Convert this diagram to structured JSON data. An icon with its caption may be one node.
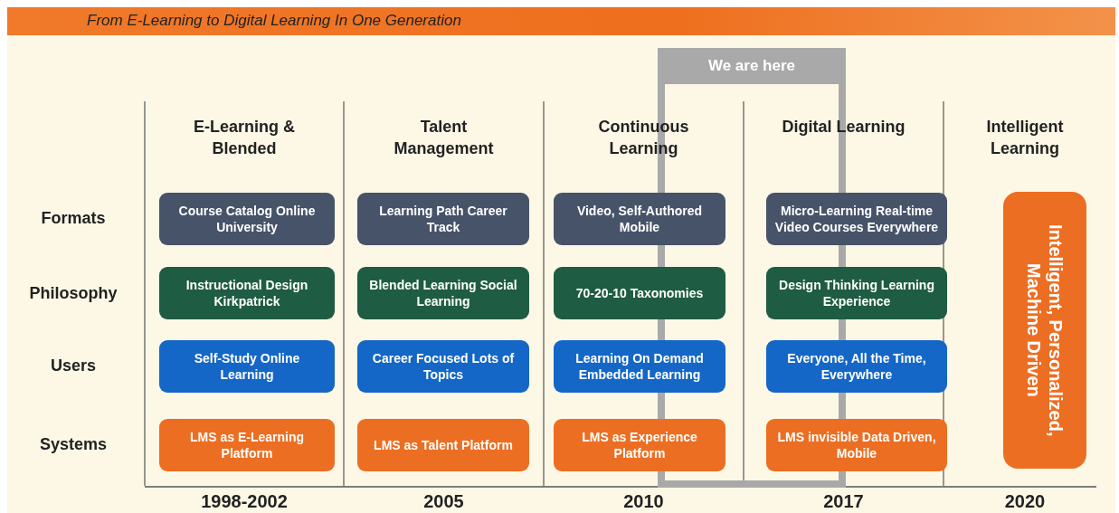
{
  "diagram": {
    "title": "From E-Learning to Digital Learning In One Generation",
    "nodes": [
      {
        "text": [
          "We are here"
        ]
      },
      {
        "text": [
          "Course Catalog Online University"
        ]
      },
      {
        "text": [
          "Learning Path Career Track"
        ]
      },
      {
        "text": [
          "Video, Self-Authored Mobile"
        ]
      },
      {
        "text": [
          "Micro-Learning Real-time Video Courses Everywhere"
        ]
      },
      {
        "text": [
          "Instructional Design Kirkpatrick"
        ]
      },
      {
        "text": [
          "Blended Learning Social Learning"
        ]
      },
      {
        "text": [
          "70-20-10 Taxonomies"
        ]
      },
      {
        "text": [
          "Design Thinking Learning Experience"
        ]
      },
      {
        "text": [
          "Self-Study Online Learning"
        ]
      },
      {
        "text": [
          "Career Focused Lots of Topics"
        ]
      },
      {
        "text": [
          "Learning On Demand Embedded Learning"
        ]
      },
      {
        "text": [
          "Everyone, All the Time, Everywhere"
        ]
      },
      {
        "text": [
          "LMS as E-Learning Platform"
        ]
      },
      {
        "text": [
          "LMS as Talent Platform"
        ]
      },
      {
        "text": [
          "LMS as Experience Platform"
        ]
      },
      {
        "text": [
          "LMS invisible Data Driven, Mobile"
        ]
      },
      {
        "text": [
          "Intelligent, Personalized, Machine Driven"
        ]
      }
    ],
    "labels": [
      "E-Learning & Blended",
      "Talent Management",
      "Continuous Learning",
      "Digital Learning",
      "Intelligent Learning",
      "Formats",
      "Philosophy",
      "Users",
      "Systems",
      "1998-2002",
      "2005",
      "2010",
      "2017",
      "2020"
    ]
  }
}
